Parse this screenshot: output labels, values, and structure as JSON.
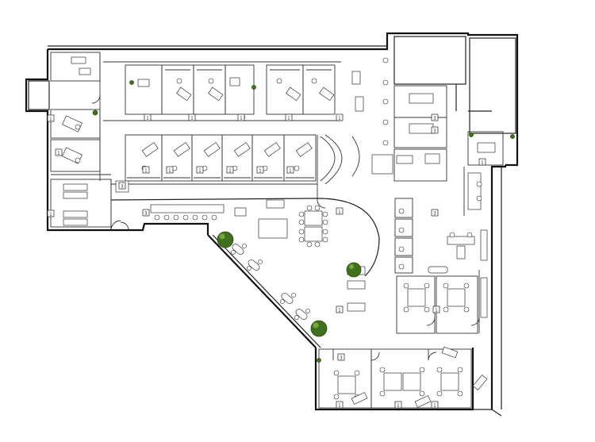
{
  "room_tags": [
    "1",
    "1",
    "1",
    "1",
    "1",
    "1",
    "1",
    "1",
    "1",
    "1",
    "1",
    "1",
    "1",
    "1",
    "1",
    "1",
    "1",
    "1",
    "1",
    "1",
    "1",
    "3",
    "3",
    "3",
    "3",
    "3",
    "3"
  ],
  "colors": {
    "walls": "#111111",
    "furniture": "#333333",
    "trees": "#3f6f1f",
    "tree_highlight": "#77a83a",
    "background": "#ffffff"
  }
}
